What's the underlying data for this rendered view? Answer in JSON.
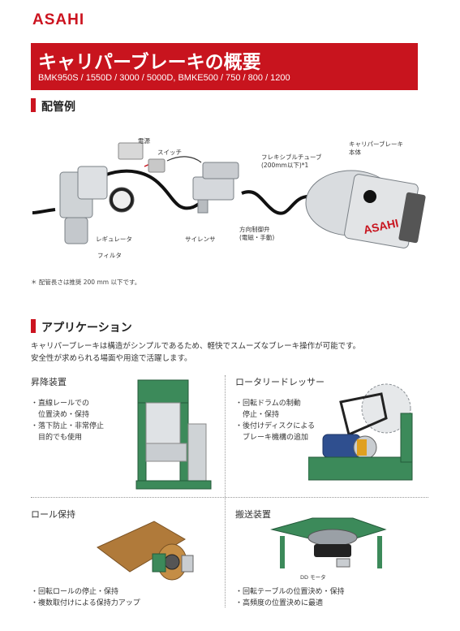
{
  "brand": "ASAHI",
  "header": {
    "title": "キャリパーブレーキの概要",
    "models": "BMK950S / 1550D / 3000 / 5000D, BMKE500 / 750 / 800 / 1200"
  },
  "piping": {
    "heading": "配管例",
    "labels": {
      "power": "電源",
      "switch": "スイッチ",
      "tube": "フレキシブルチューブ",
      "tube_note": "(200mm以下)*1",
      "caliper": "キャリパーブレーキ",
      "caliper_body": "本体",
      "regulator": "レギュレータ",
      "silencer": "サイレンサ",
      "valve": "方向制御弁",
      "valve_note": "(電磁・手動)",
      "filter": "フィルタ",
      "logo_on_brake": "ASAHI"
    },
    "footnote": "＊ 配管長さは推奨 200 mm 以下です。"
  },
  "applications": {
    "heading": "アプリケーション",
    "intro_1": "キャリパーブレーキは構造がシンプルであるため、軽快でスムーズなブレーキ操作が可能です。",
    "intro_2": "安全性が求められる場面や用途で活躍します。",
    "items": [
      {
        "title": "昇降装置",
        "bullets": [
          "・直線レールでの",
          "　位置決め・保持",
          "・落下防止・非常停止",
          "　目的でも使用"
        ]
      },
      {
        "title": "ロータリードレッサー",
        "bullets": [
          "・回転ドラムの制動",
          "　停止・保持",
          "・後付けディスクによる",
          "　ブレーキ機構の追加"
        ]
      },
      {
        "title": "ロール保持",
        "bullets": [
          "・回転ロールの停止・保持",
          "・複数取付けによる保持力アップ"
        ]
      },
      {
        "title": "搬送装置",
        "bullets": [
          "・回転テーブルの位置決め・保持",
          "・高頻度の位置決めに最適"
        ],
        "motor_label": "DD モータ"
      }
    ]
  }
}
